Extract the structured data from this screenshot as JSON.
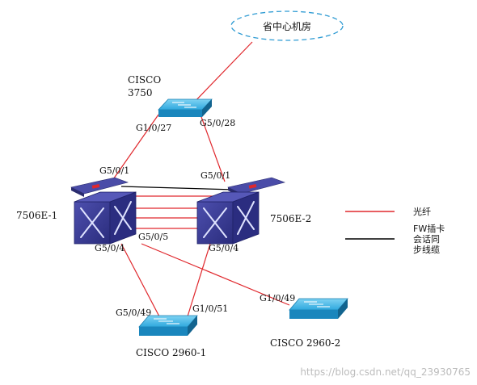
{
  "cloud_label": "省中心机房",
  "core_switch": {
    "line1": "CISCO",
    "line2": "3750",
    "left_port": "G1/0/27",
    "right_port": "G5/0/28"
  },
  "left_chassis": {
    "name": "7506E-1",
    "top_port": "G5/0/1",
    "port_a": "G5/0/5",
    "port_b": "G5/0/4"
  },
  "right_chassis": {
    "name": "7506E-2",
    "top_port": "G5/0/1",
    "bottom_port": "G5/0/4"
  },
  "access_1": {
    "name": "CISCO 2960-1",
    "left_port": "G5/0/49",
    "right_port": "G1/0/51"
  },
  "access_2": {
    "name": "CISCO 2960-2",
    "port": "G1/0/49"
  },
  "legend": {
    "fiber": "光纤",
    "sync_line1": "FW插卡",
    "sync_line2": "会话同",
    "sync_line3": "步线缆",
    "fiber_color": "#e0282d",
    "sync_color": "#000000"
  },
  "watermark": "https://blog.csdn.net/qq_23930765",
  "colors": {
    "switch_face": "#27a6dc",
    "chassis_face": "#3c3e9a",
    "cloud_border": "#2e9bd3"
  }
}
